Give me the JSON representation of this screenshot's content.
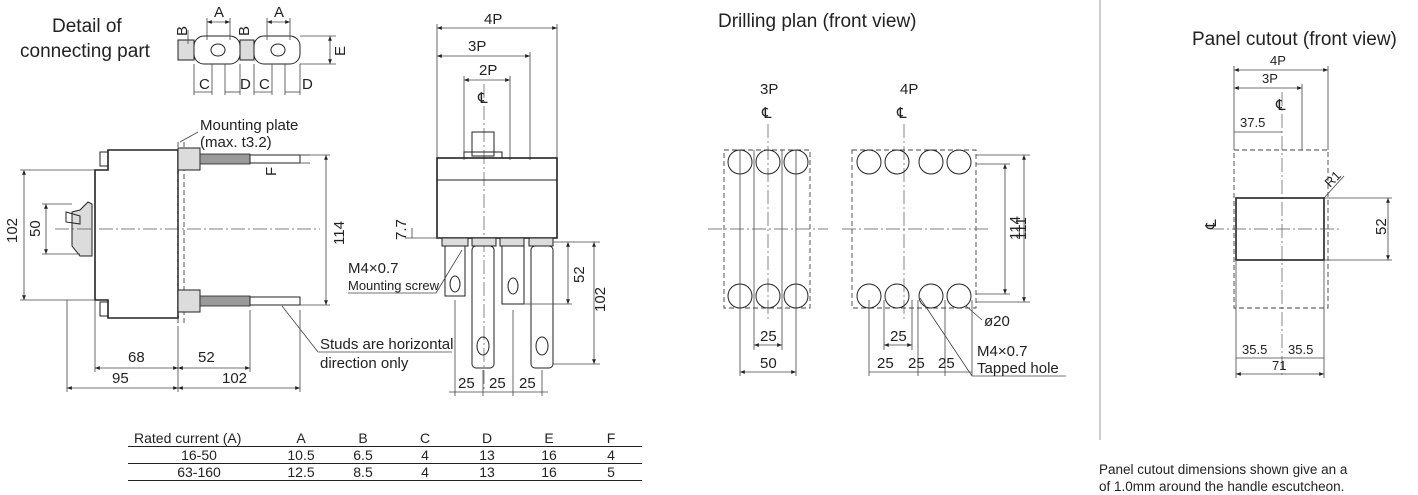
{
  "labels": {
    "detail_title_1": "Detail of",
    "detail_title_2": "connecting part",
    "mounting_plate_1": "Mounting plate",
    "mounting_plate_2": "(max. t3.2)",
    "mounting_screw_size": "M4×0.7",
    "mounting_screw": "Mounting screw",
    "studs_1": "Studs are horizontal",
    "studs_2": "direction only",
    "drilling_title": "Drilling plan (front view)",
    "panel_title": "Panel cutout (front view)",
    "tapped_size": "M4×0.7",
    "tapped_hole": "Tapped hole",
    "hole_dia": "ø20"
  },
  "dims": {
    "A": "A",
    "B": "B",
    "C": "C",
    "D": "D",
    "E": "E",
    "F": "F",
    "d4P": "4P",
    "d3P": "3P",
    "d2P": "2P",
    "d102": "102",
    "d50": "50",
    "d114": "114",
    "d7_7": "7.7",
    "d52": "52",
    "d68": "68",
    "d95": "95",
    "d25": "25",
    "d111": "111",
    "d37_5": "37.5",
    "dR1": "R1",
    "d35_5": "35.5",
    "d71": "71",
    "cl": "℄"
  },
  "table": {
    "headers": [
      "Rated current (A)",
      "A",
      "B",
      "C",
      "D",
      "E",
      "F"
    ],
    "rows": [
      [
        "16-50",
        "10.5",
        "6.5",
        "4",
        "13",
        "16",
        "4"
      ],
      [
        "63-160",
        "12.5",
        "8.5",
        "4",
        "13",
        "16",
        "5"
      ]
    ]
  },
  "note": {
    "line1": "Panel cutout dimensions shown give an a",
    "line2": "of 1.0mm around the handle escutcheon."
  }
}
